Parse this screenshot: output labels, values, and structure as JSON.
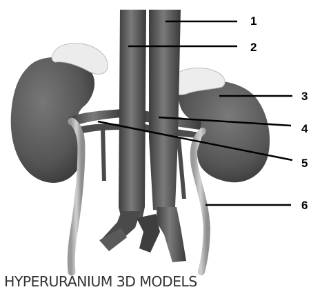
{
  "figure": {
    "credit": "HYPERURANIUM 3D MODELS",
    "labels": [
      "1",
      "2",
      "3",
      "4",
      "5",
      "6"
    ]
  },
  "colors": {
    "organ": "#5a5a5a",
    "vessel": "#666666",
    "ureter": "#b8b8b8",
    "adrenal": "#eeeeee",
    "leader": "#000000",
    "credit_text": "#333333"
  }
}
